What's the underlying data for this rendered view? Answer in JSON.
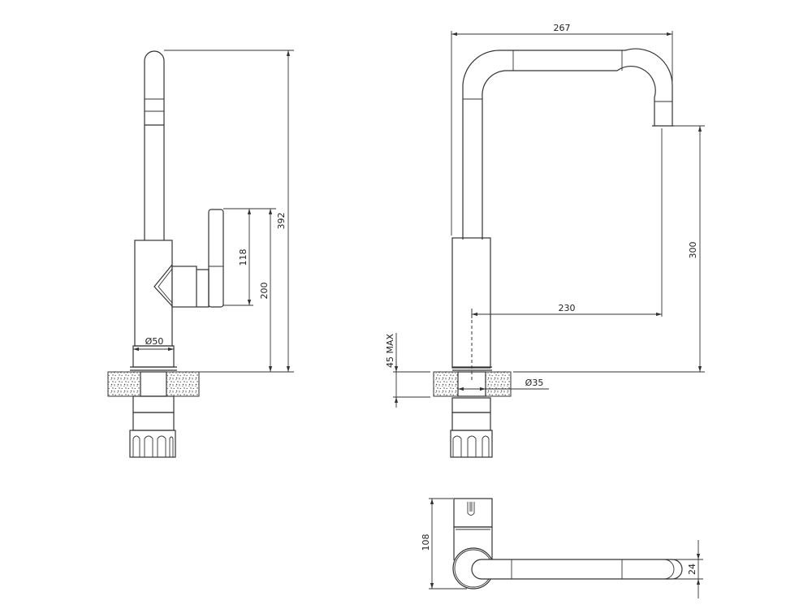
{
  "drawing": {
    "title": "Kitchen mixer tap technical drawing",
    "views": {
      "side_view": {
        "dimensions": {
          "total_height": "392",
          "body_height": "200",
          "handle_height": "118",
          "body_diameter": "Ø50"
        }
      },
      "front_view": {
        "dimensions": {
          "total_width": "267",
          "spout_height": "300",
          "spout_reach": "230",
          "worktop_thickness": "45 MAX",
          "hole_diameter": "Ø35"
        }
      },
      "top_view": {
        "dimensions": {
          "depth": "108",
          "spout_width": "24"
        }
      }
    },
    "colors": {
      "line": "#333333",
      "background": "#ffffff"
    }
  }
}
